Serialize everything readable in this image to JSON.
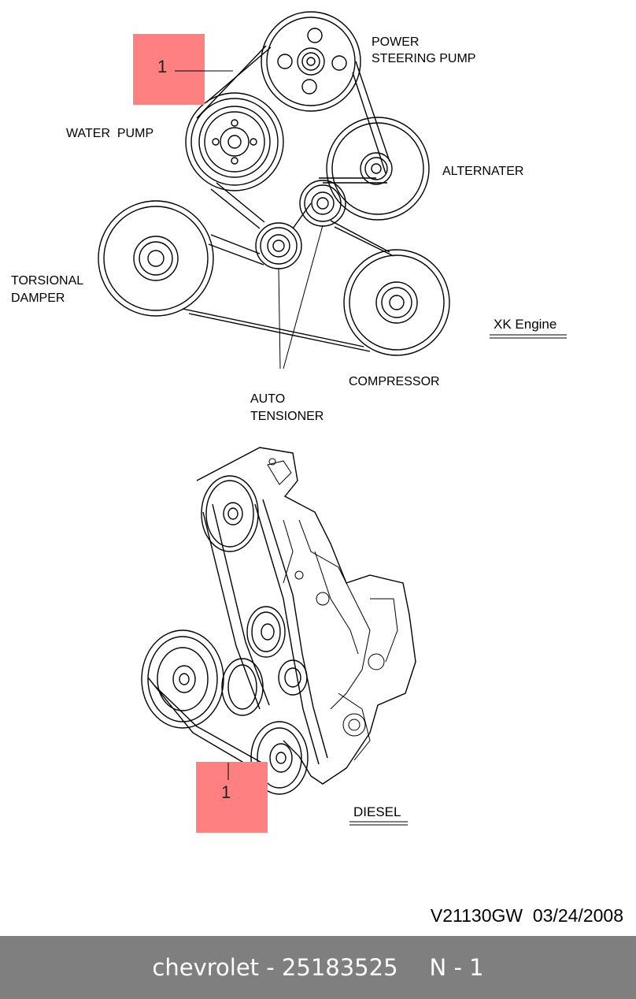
{
  "top_diagram": {
    "labels": {
      "power_steering_pump_line1": "POWER",
      "power_steering_pump_line2": "STEERING PUMP",
      "water_pump": "WATER  PUMP",
      "alternator": "ALTERNATER",
      "torsional_damper_line1": "TORSIONAL",
      "torsional_damper_line2": "DAMPER",
      "engine": "XK Engine",
      "compressor": "COMPRESSOR",
      "auto_tensioner_line1": "AUTO",
      "auto_tensioner_line2": "TENSIONER"
    },
    "callout": "1"
  },
  "bottom_diagram": {
    "engine": "DIESEL",
    "callout": "1"
  },
  "reference": "V21130GW  03/24/2008",
  "footer": {
    "brand_part": "chevrolet - 25183525",
    "position": "N - 1"
  },
  "colors": {
    "callout_fill": "#ff8080",
    "footer_bg": "#7f7f7f",
    "footer_text": "#ffffff"
  }
}
